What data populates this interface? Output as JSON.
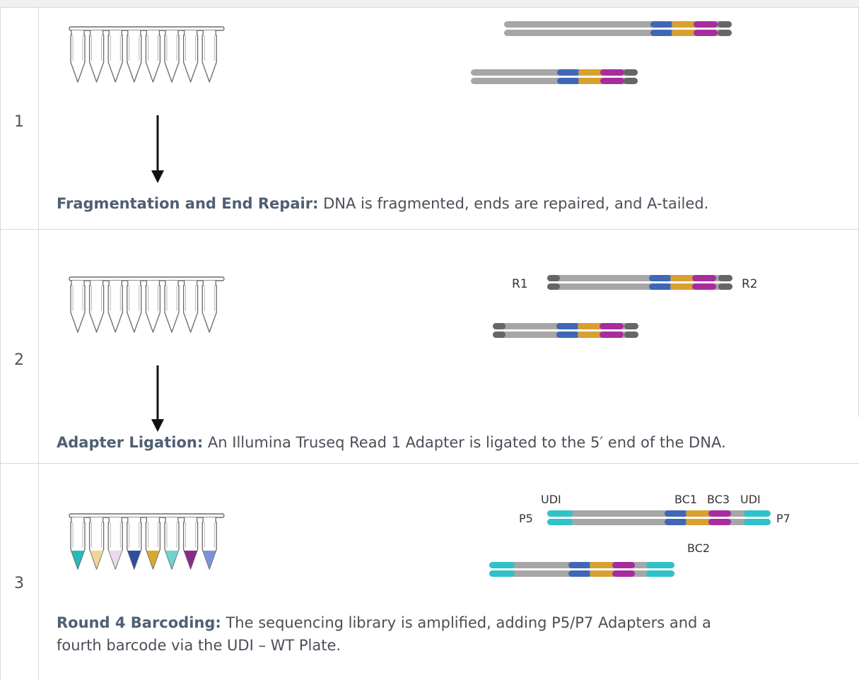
{
  "rows": [
    {
      "number": "1",
      "caption_title": "Fragmentation and End Repair:",
      "caption_text": " DNA is fragmented, ends are repaired, and A-tailed."
    },
    {
      "number": "2",
      "caption_title": "Adapter Ligation:",
      "caption_text": " An Illumina Truseq Read 1 Adapter is ligated to the 5′ end of the DNA.",
      "labels": {
        "left": "R1",
        "right": "R2"
      }
    },
    {
      "number": "3",
      "caption_title": "Round 4 Barcoding:",
      "caption_text_line1": " The sequencing library is amplified, adding P5/P7 Adapters and a",
      "caption_text_line2": "fourth barcode via the UDI – WT Plate.",
      "labels": {
        "udi_left": "UDI",
        "bc1": "BC1",
        "bc3": "BC3",
        "udi_right": "UDI",
        "p5": "P5",
        "p7": "P7",
        "bc2": "BC2"
      },
      "tube_colors": [
        "#2bb8b8",
        "#ecd69a",
        "#ead8ec",
        "#2d4f9e",
        "#d8a92d",
        "#6ed3d0",
        "#8a2a8a",
        "#7b93d6"
      ]
    }
  ],
  "colors": {
    "dna_gray": "#a6a6a6",
    "end_gray": "#666666",
    "blue": "#3f67b6",
    "gold": "#d8a030",
    "magenta": "#a82c9e",
    "cyan": "#2ec3c9",
    "tube_outline": "#6a6a6a"
  }
}
